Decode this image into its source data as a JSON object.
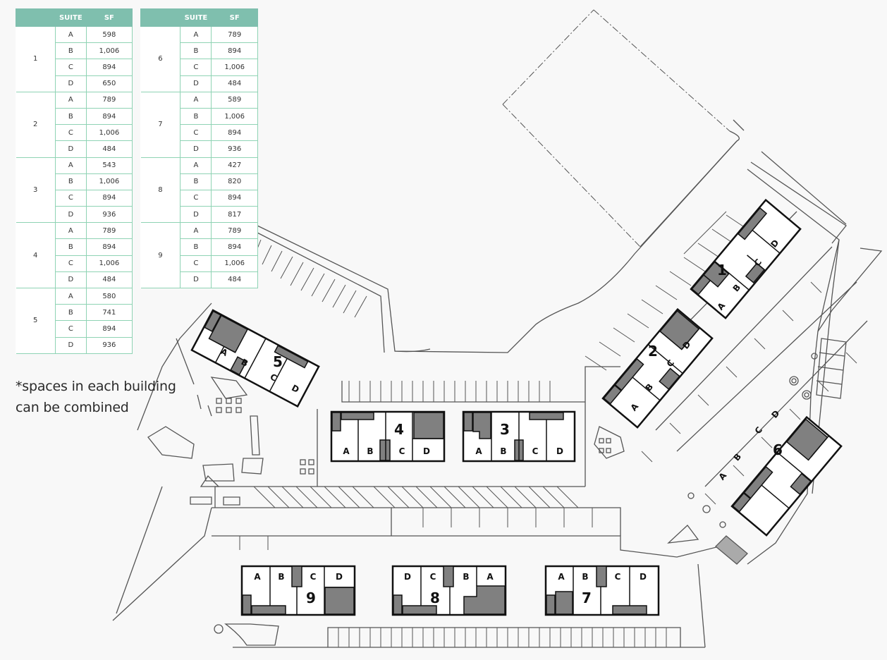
{
  "tables": {
    "header": {
      "building": "",
      "suite": "SUITE",
      "sf": "SF"
    },
    "left": [
      {
        "building": "1",
        "suites": [
          {
            "suite": "A",
            "sf": "598"
          },
          {
            "suite": "B",
            "sf": "1,006"
          },
          {
            "suite": "C",
            "sf": "894"
          },
          {
            "suite": "D",
            "sf": "650"
          }
        ]
      },
      {
        "building": "2",
        "suites": [
          {
            "suite": "A",
            "sf": "789"
          },
          {
            "suite": "B",
            "sf": "894"
          },
          {
            "suite": "C",
            "sf": "1,006"
          },
          {
            "suite": "D",
            "sf": "484"
          }
        ]
      },
      {
        "building": "3",
        "suites": [
          {
            "suite": "A",
            "sf": "543"
          },
          {
            "suite": "B",
            "sf": "1,006"
          },
          {
            "suite": "C",
            "sf": "894"
          },
          {
            "suite": "D",
            "sf": "936"
          }
        ]
      },
      {
        "building": "4",
        "suites": [
          {
            "suite": "A",
            "sf": "789"
          },
          {
            "suite": "B",
            "sf": "894"
          },
          {
            "suite": "C",
            "sf": "1,006"
          },
          {
            "suite": "D",
            "sf": "484"
          }
        ]
      },
      {
        "building": "5",
        "suites": [
          {
            "suite": "A",
            "sf": "580"
          },
          {
            "suite": "B",
            "sf": "741"
          },
          {
            "suite": "C",
            "sf": "894"
          },
          {
            "suite": "D",
            "sf": "936"
          }
        ]
      }
    ],
    "right": [
      {
        "building": "6",
        "suites": [
          {
            "suite": "A",
            "sf": "789"
          },
          {
            "suite": "B",
            "sf": "894"
          },
          {
            "suite": "C",
            "sf": "1,006"
          },
          {
            "suite": "D",
            "sf": "484"
          }
        ]
      },
      {
        "building": "7",
        "suites": [
          {
            "suite": "A",
            "sf": "589"
          },
          {
            "suite": "B",
            "sf": "1,006"
          },
          {
            "suite": "C",
            "sf": "894"
          },
          {
            "suite": "D",
            "sf": "936"
          }
        ]
      },
      {
        "building": "8",
        "suites": [
          {
            "suite": "A",
            "sf": "427"
          },
          {
            "suite": "B",
            "sf": "820"
          },
          {
            "suite": "C",
            "sf": "894"
          },
          {
            "suite": "D",
            "sf": "817"
          }
        ]
      },
      {
        "building": "9",
        "suites": [
          {
            "suite": "A",
            "sf": "789"
          },
          {
            "suite": "B",
            "sf": "894"
          },
          {
            "suite": "C",
            "sf": "1,006"
          },
          {
            "suite": "D",
            "sf": "484"
          }
        ]
      }
    ]
  },
  "note": {
    "line1": "*spaces in each building",
    "line2": "can be combined"
  },
  "plan": {
    "buildings": [
      {
        "id": "1",
        "suites": [
          "A",
          "B",
          "C",
          "D"
        ]
      },
      {
        "id": "2",
        "suites": [
          "A",
          "B",
          "C",
          "D"
        ]
      },
      {
        "id": "3",
        "suites": [
          "A",
          "B",
          "C",
          "D"
        ]
      },
      {
        "id": "4",
        "suites": [
          "A",
          "B",
          "C",
          "D"
        ]
      },
      {
        "id": "5",
        "suites": [
          "A",
          "B",
          "C",
          "D"
        ]
      },
      {
        "id": "6",
        "suites": [
          "A",
          "B",
          "C",
          "D"
        ]
      },
      {
        "id": "7",
        "suites": [
          "A",
          "B",
          "C",
          "D"
        ]
      },
      {
        "id": "8",
        "suites": [
          "D",
          "C",
          "B",
          "A"
        ]
      },
      {
        "id": "9",
        "suites": [
          "A",
          "B",
          "C",
          "D"
        ]
      }
    ]
  },
  "colors": {
    "header": "#7fbfae",
    "table_border": "#8fd3b4",
    "core_fill": "#808080",
    "background": "#f8f8f8"
  }
}
